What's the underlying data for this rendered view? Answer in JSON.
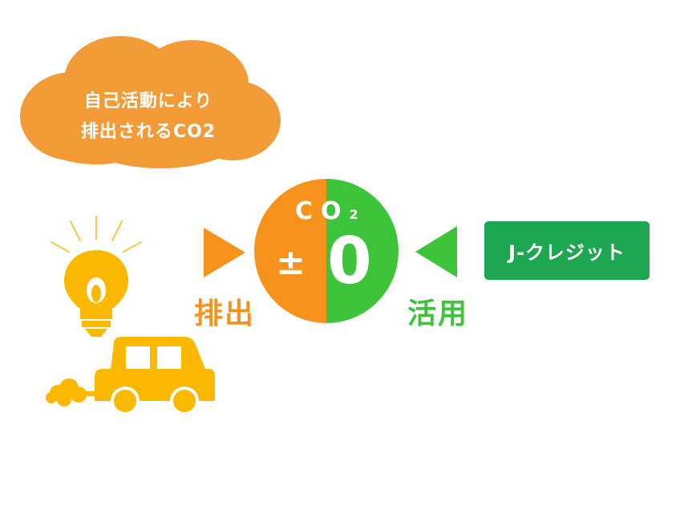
{
  "cloud": {
    "line1": "自己活動により",
    "line2": "排出されるCO2",
    "color": "#f29b37"
  },
  "left_label": "排出",
  "right_label": "活用",
  "badge": {
    "label": "J-クレジット",
    "color": "#1fa650"
  },
  "circle": {
    "top_text": "CO",
    "subscript": "2",
    "plus_minus": "±",
    "zero": "0",
    "left_color": "#f7931d",
    "right_color": "#3ec43a"
  },
  "colors": {
    "orange": "#f7931d",
    "green": "#3ec43a",
    "yellow": "#fbb800"
  },
  "icons": [
    "light-bulb-icon",
    "car-icon",
    "exhaust-smoke-icon",
    "arrow-right-icon",
    "arrow-left-icon"
  ]
}
